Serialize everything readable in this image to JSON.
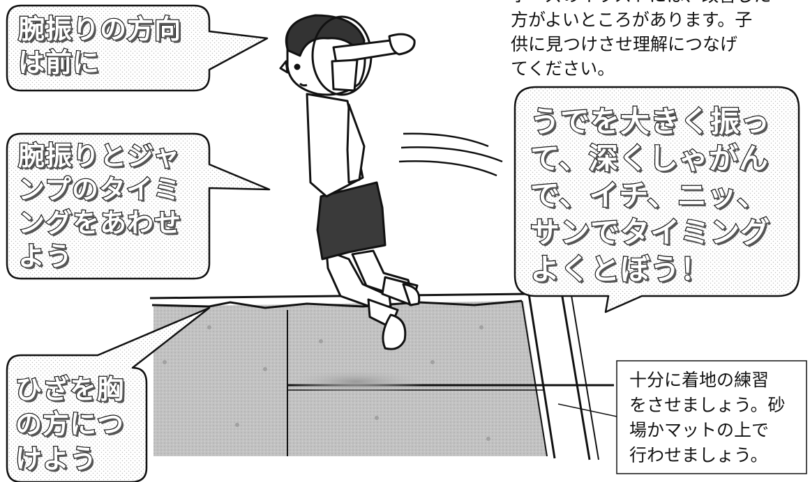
{
  "bubbles": {
    "arm_direction": "腕振りの方向\nは前に",
    "timing": "腕振りとジャ\nンプのタイミ\nングをあわせ\nよう",
    "knees": "ひざを胸\nの方につ\nけよう",
    "big_swing": "うでを大きく振っ\nて、深くしゃがん\nで、イチ、ニッ、\nサンでタイミング\nよくとぼう！"
  },
  "notes": {
    "top_right": "ポーズのイラストには、改善した\n方がよいところがあります。子\n供に見つけさせ理解につなげ\nてください。",
    "landing": "十分に着地の練習\nをさせましょう。砂\n場かマットの上で\n行わせましょう。"
  },
  "colors": {
    "sand": "#bdbdbd",
    "shorts": "#3a3a3a",
    "hair": "#333333"
  }
}
